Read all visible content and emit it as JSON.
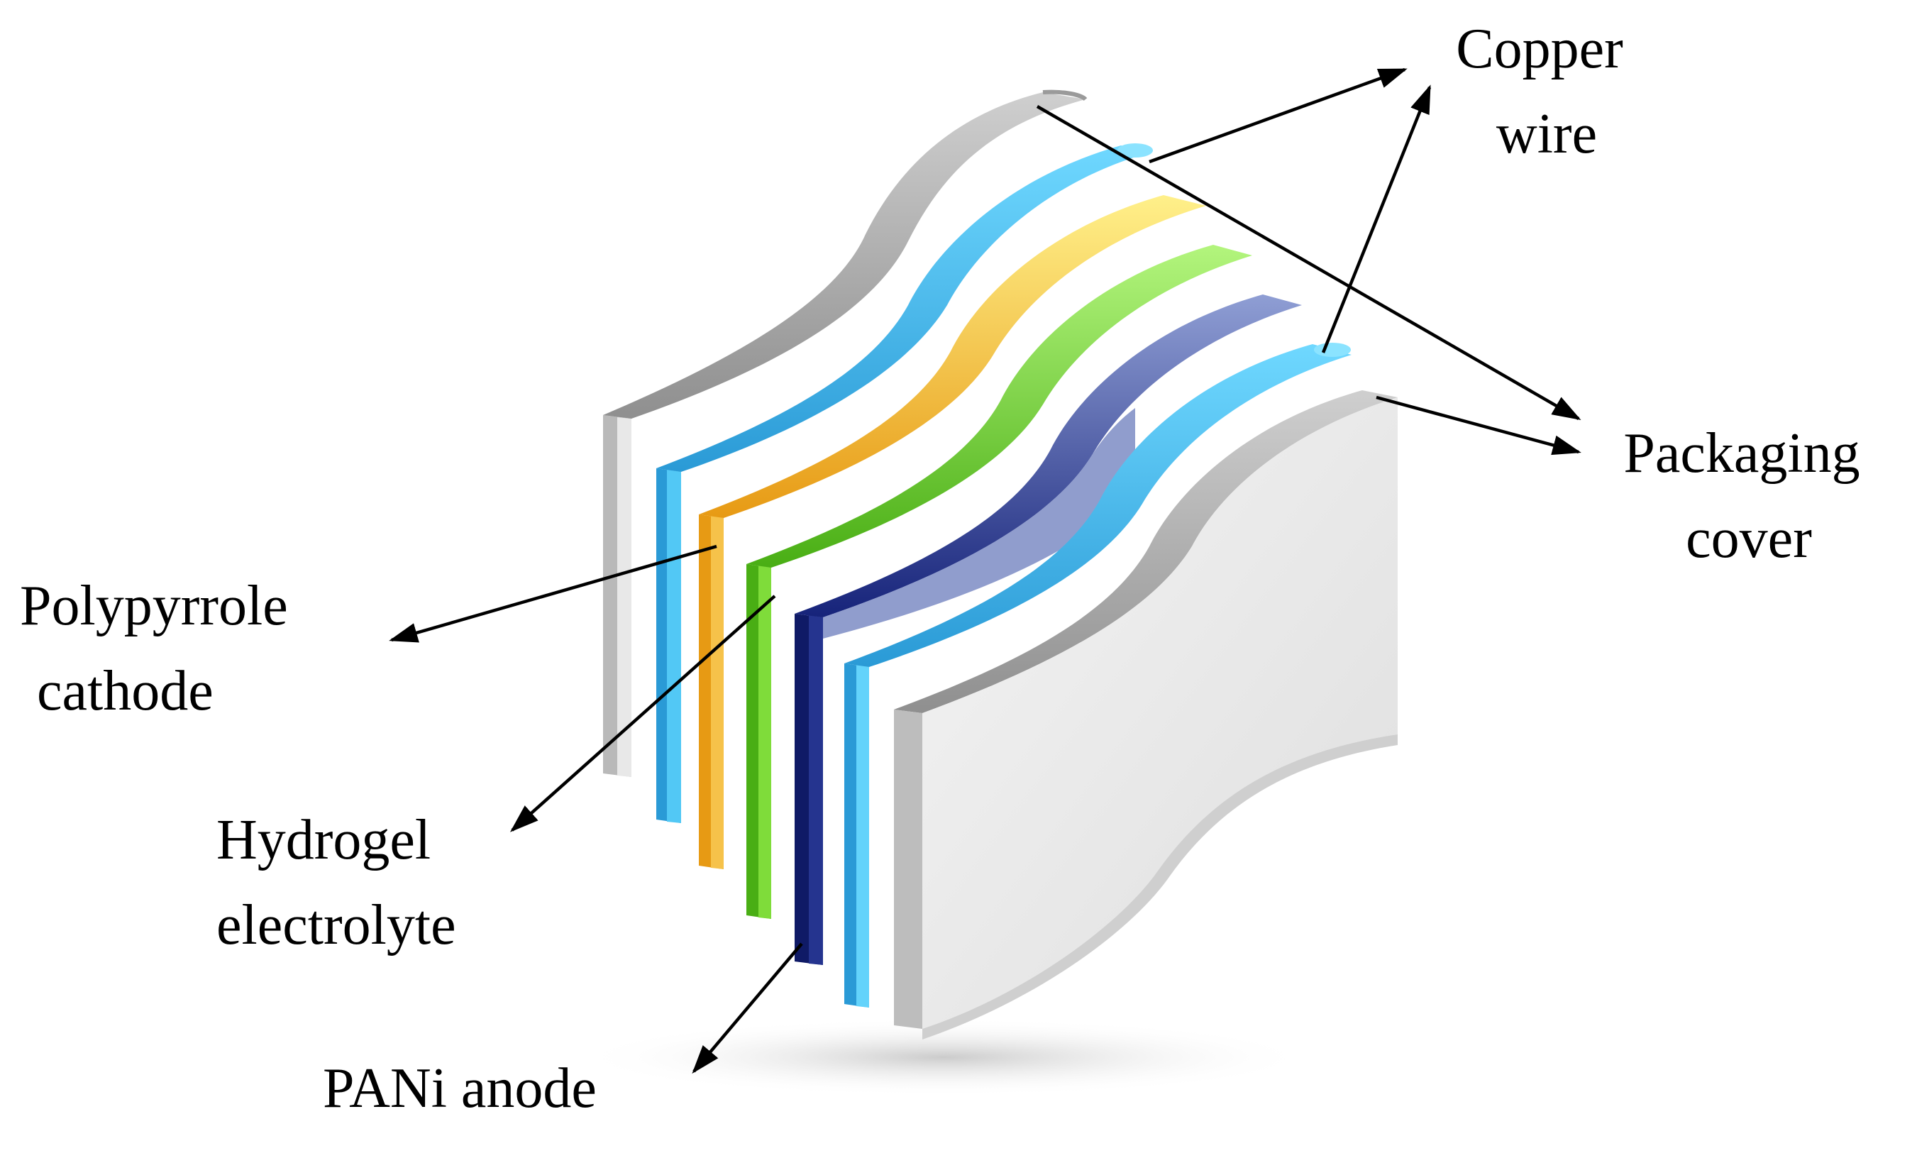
{
  "labels": {
    "copper_wire": [
      "Copper",
      "wire"
    ],
    "packaging_cover": [
      "Packaging",
      "cover"
    ],
    "polypyrrole_cathode": [
      "Polypyrrole",
      "cathode"
    ],
    "hydrogel_electrolyte": [
      "Hydrogel",
      "electrolyte"
    ],
    "pani_anode": [
      "PANi anode"
    ]
  },
  "colors": {
    "packaging_cover": "#e6e6e6",
    "copper_wire_layer": "#2aa3de",
    "polypyrrole_cathode": "#f0a81e",
    "hydrogel_electrolyte": "#58c21d",
    "pani_anode": "#16237a",
    "pani_anode_face": "#7d8cc4",
    "arrow": "#000000"
  }
}
